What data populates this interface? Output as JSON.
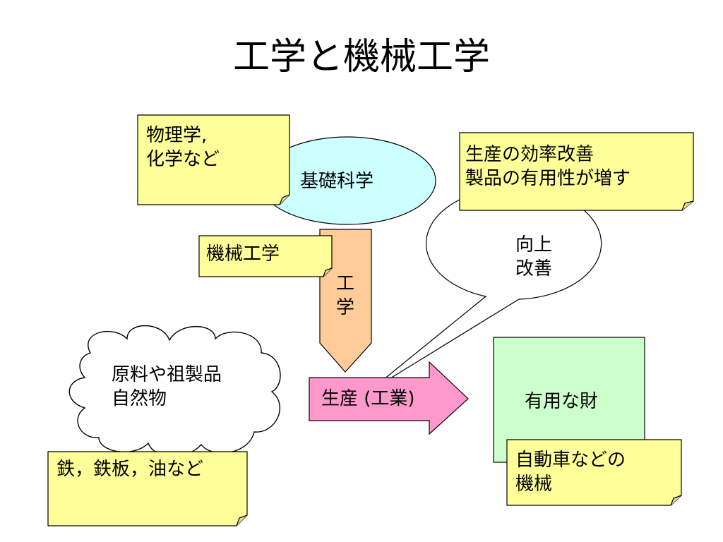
{
  "title": "工学と機械工学",
  "nodes": {
    "basic_science": "基礎科学",
    "physics_chem_note": "物理学,\n化学など",
    "efficiency_note": "生産の効率改善\n製品の有用性が増す",
    "improve_bubble": "向上\n改善",
    "mech_eng_note": "機械工学",
    "engineering_arrow": "工\n学",
    "raw_materials_cloud": "原料や祖製品\n自然物",
    "production_arrow": "生産 (工業)",
    "useful_goods": "有用な財",
    "iron_note": "鉄，鉄板，油など",
    "car_note": "自動車などの\n機械"
  },
  "colors": {
    "note_fill": "#ffff99",
    "ellipse_fill": "#ccffff",
    "eng_arrow_fill": "#ffcc99",
    "prod_arrow_fill": "#ff99cc",
    "goods_fill": "#ccffcc",
    "outline": "#000000"
  }
}
